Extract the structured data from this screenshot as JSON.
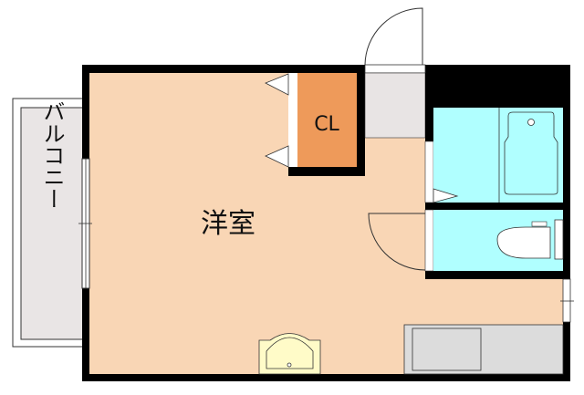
{
  "rooms": {
    "main_room": "洋室",
    "closet": "CL",
    "balcony": "バルコニー"
  },
  "colors": {
    "wall": "#000000",
    "room_floor": "#f9d6b5",
    "closet_floor": "#ee9a5a",
    "wet_area": "#b0ffff",
    "entrance_floor": "#e8e4e4",
    "balcony_floor": "#e9e5e5",
    "kitchen": "#dcdcdc",
    "wash_basin": "#fffbc8"
  }
}
